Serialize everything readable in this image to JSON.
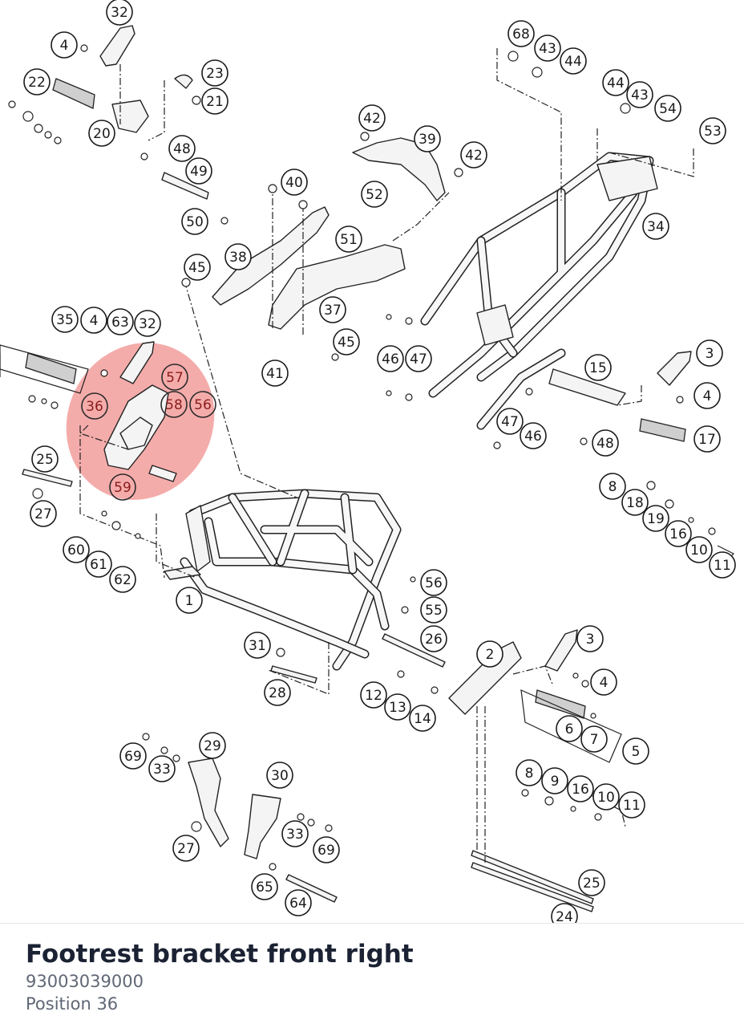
{
  "part": {
    "title": "Footrest bracket front right",
    "part_number": "93003039000",
    "position": "Position 36"
  },
  "highlight": {
    "color": "#e53935",
    "opacity": 0.42
  },
  "callouts": {
    "c1": "1",
    "c2": "2",
    "c3a": "3",
    "c3b": "3",
    "c4a": "4",
    "c4b": "4",
    "c4c": "4",
    "c4d": "4",
    "c5": "5",
    "c6": "6",
    "c7": "7",
    "c8a": "8",
    "c8b": "8",
    "c9": "9",
    "c10a": "10",
    "c10b": "10",
    "c11a": "11",
    "c11b": "11",
    "c12": "12",
    "c13": "13",
    "c14": "14",
    "c15": "15",
    "c16a": "16",
    "c16b": "16",
    "c17": "17",
    "c18": "18",
    "c19": "19",
    "c20": "20",
    "c21": "21",
    "c22": "22",
    "c23": "23",
    "c24": "24",
    "c25a": "25",
    "c25b": "25",
    "c26": "26",
    "c27a": "27",
    "c27b": "27",
    "c28": "28",
    "c29": "29",
    "c30": "30",
    "c31": "31",
    "c32a": "32",
    "c32b": "32",
    "c33a": "33",
    "c33b": "33",
    "c34": "34",
    "c35": "35",
    "c36": "36",
    "c37": "37",
    "c38": "38",
    "c39": "39",
    "c40": "40",
    "c41": "41",
    "c42a": "42",
    "c42b": "42",
    "c43a": "43",
    "c43b": "43",
    "c44a": "44",
    "c44b": "44",
    "c45a": "45",
    "c45b": "45",
    "c46a": "46",
    "c46b": "46",
    "c47a": "47",
    "c47b": "47",
    "c48a": "48",
    "c48b": "48",
    "c49": "49",
    "c50": "50",
    "c51": "51",
    "c52": "52",
    "c53": "53",
    "c54": "54",
    "c55": "55",
    "c56a": "56",
    "c56b": "56",
    "c57": "57",
    "c58": "58",
    "c59": "59",
    "c60": "60",
    "c61": "61",
    "c62": "62",
    "c63": "63",
    "c64": "64",
    "c65": "65",
    "c68": "68",
    "c69a": "69",
    "c69b": "69"
  }
}
